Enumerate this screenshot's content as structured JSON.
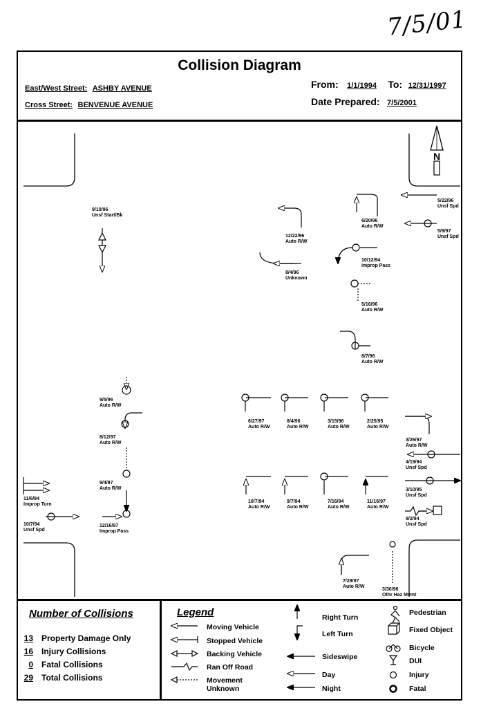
{
  "stamp": "7/5/01",
  "header": {
    "title": "Collision Diagram",
    "ew_label": "East/West Street:",
    "ew_value": "ASHBY AVENUE",
    "cross_label": "Cross Street:",
    "cross_value": "BENVENUE AVENUE",
    "from_label": "From:",
    "from_value": "1/1/1994",
    "to_label": "To:",
    "to_value": "12/31/1997",
    "prepared_label": "Date Prepared:",
    "prepared_value": "7/5/2001"
  },
  "north_label": "N",
  "events": [
    {
      "id": "e1",
      "text": "5/22/96\nUnsf Spd"
    },
    {
      "id": "e2",
      "text": "5/9/97\nUnsf Spd"
    },
    {
      "id": "e3",
      "text": "9/10/96\nUnsf Start/Bk"
    },
    {
      "id": "e4",
      "text": "12/22/96\nAuto R/W"
    },
    {
      "id": "e5",
      "text": "6/20/96\nAuto R/W"
    },
    {
      "id": "e6",
      "text": "10/12/94\nImprop Pass"
    },
    {
      "id": "e7",
      "text": "8/4/96\nUnknown"
    },
    {
      "id": "e8",
      "text": "5/16/96\nAuto R/W"
    },
    {
      "id": "e9",
      "text": "8/7/96\nAuto R/W"
    },
    {
      "id": "e10",
      "text": "9/5/96\nAuto R/W"
    },
    {
      "id": "e11",
      "text": "8/12/97\nAuto R/W"
    },
    {
      "id": "e12",
      "text": "9/4/97\nAuto R/W"
    },
    {
      "id": "e13",
      "text": "12/16/97\nImprop Pass"
    },
    {
      "id": "e14",
      "text": "11/6/94\nImprop Turn"
    },
    {
      "id": "e15",
      "text": "10/7/94\nUnsf Spd"
    },
    {
      "id": "e16",
      "text": "6/27/97\nAuto R/W"
    },
    {
      "id": "e17",
      "text": "8/4/96\nAuto R/W"
    },
    {
      "id": "e18",
      "text": "3/15/96\nAuto R/W"
    },
    {
      "id": "e19",
      "text": "2/25/95\nAuto R/W"
    },
    {
      "id": "e20",
      "text": "3/26/97\nAuto R/W"
    },
    {
      "id": "e21",
      "text": "4/19/94\nUnsf Spd"
    },
    {
      "id": "e22",
      "text": "3/10/95\nUnsf Spd"
    },
    {
      "id": "e23",
      "text": "9/2/94\nUnsf Spd"
    },
    {
      "id": "e24",
      "text": "10/7/94\nAuto R/W"
    },
    {
      "id": "e25",
      "text": "9/7/94\nAuto R/W"
    },
    {
      "id": "e26",
      "text": "7/16/94\nAuto R/W"
    },
    {
      "id": "e27",
      "text": "11/16/97\nAuto R/W"
    },
    {
      "id": "e28",
      "text": "7/29/97\nAuto R/W"
    },
    {
      "id": "e29",
      "text": "3/30/96\nOthr Haz Mvmt"
    }
  ],
  "counts": {
    "title": "Number of Collisions",
    "rows": [
      {
        "num": "13",
        "label": "Property Damage Only"
      },
      {
        "num": "16",
        "label": "Injury Collisions"
      },
      {
        "num": "0",
        "label": "Fatal Collisions"
      },
      {
        "num": "29",
        "label": "Total Collisions"
      }
    ]
  },
  "legend": {
    "title": "Legend",
    "moving": "Moving Vehicle",
    "stopped": "Stopped Vehicle",
    "backing": "Backing Vehicle",
    "ran_off": "Ran Off Road",
    "movement_unknown": "Movement\nUnknown",
    "right_turn": "Right Turn",
    "left_turn": "Left Turn",
    "sideswipe": "Sideswipe",
    "day": "Day",
    "night": "Night",
    "pedestrian": "Pedestrian",
    "fixed_object": "Fixed Object",
    "bicycle": "Bicycle",
    "dui": "DUI",
    "injury": "Injury",
    "fatal": "Fatal"
  }
}
